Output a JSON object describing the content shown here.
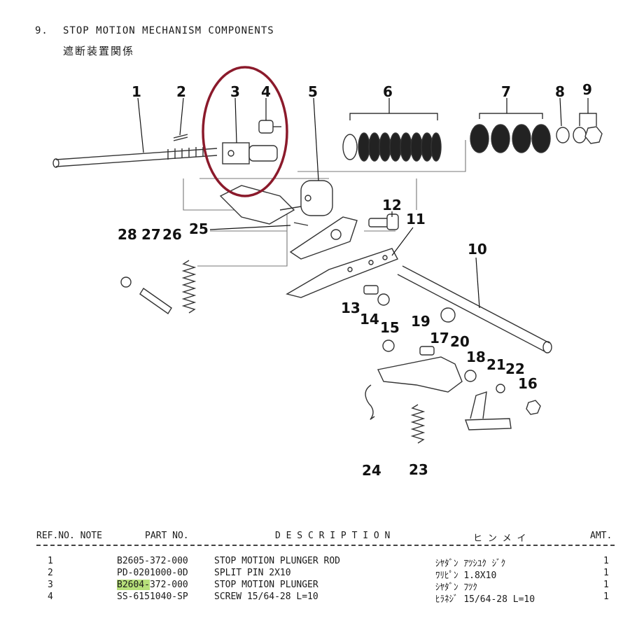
{
  "section": {
    "number": "9.",
    "title": "STOP MOTION MECHANISM COMPONENTS",
    "subtitle_jp": "遮断装置関係"
  },
  "diagram": {
    "callouts": [
      "1",
      "2",
      "3",
      "4",
      "5",
      "6",
      "7",
      "8",
      "9",
      "10",
      "11",
      "12",
      "13",
      "14",
      "15",
      "16",
      "17",
      "18",
      "19",
      "20",
      "21",
      "22",
      "23",
      "24",
      "25",
      "26",
      "27",
      "28"
    ],
    "highlight_color": "#8b1a2b"
  },
  "table": {
    "headers": {
      "ref_note": "REF.NO. NOTE",
      "part_no": "PART NO.",
      "description": "D E S C R I P T I O N",
      "jp_name": "ヒ  ン  メ  イ",
      "amt": "AMT."
    },
    "rows": [
      {
        "ref": "1",
        "part_prefix": "B2605-",
        "part_rest": "372-000",
        "desc": "STOP MOTION PLUNGER ROD",
        "jp": "ｼﾔﾀﾞﾝ ｱﾂｼﾕｸ ｼﾞｸ",
        "amt": "1"
      },
      {
        "ref": "2",
        "part_prefix": "PD-",
        "part_rest": "0201000-0D",
        "desc": "SPLIT PIN 2X10",
        "jp": "ﾜﾘﾋﾟﾝ 1.8X10",
        "amt": "1"
      },
      {
        "ref": "3",
        "part_prefix": "B2604-",
        "part_rest": "372-000",
        "desc": "STOP MOTION PLUNGER",
        "jp": "ｼﾔﾀﾞﾝ ﾌﾂｸ",
        "amt": "1"
      },
      {
        "ref": "4",
        "part_prefix": "SS-",
        "part_rest": "6151040-SP",
        "desc": "SCREW  15/64-28 L=10",
        "jp": "ﾋﾗﾈｼﾞ 15/64-28 L=10",
        "amt": "1"
      }
    ],
    "highlight_color": "#b7e07a"
  }
}
